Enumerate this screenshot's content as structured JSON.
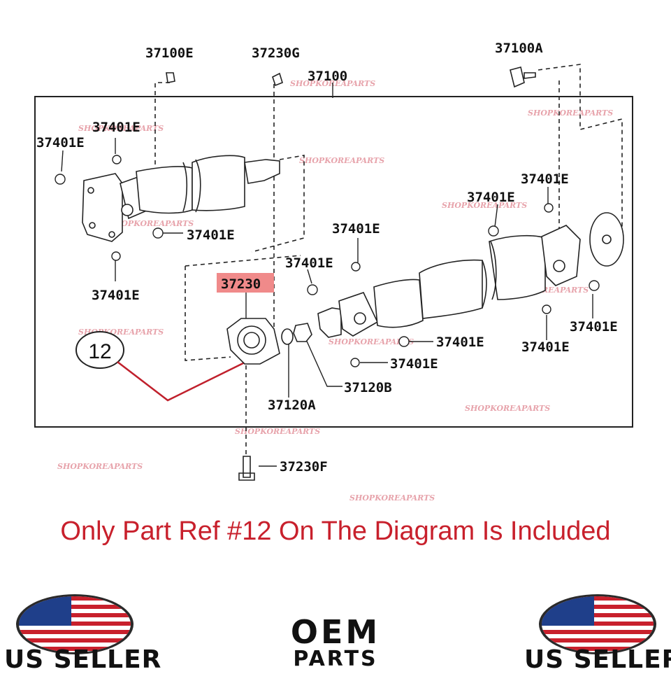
{
  "diagram": {
    "labels": {
      "p37100E": "37100E",
      "p37230G": "37230G",
      "p37100": "37100",
      "p37100A": "37100A",
      "p37401E": "37401E",
      "p37230": "37230",
      "p37120B": "37120B",
      "p37120A": "37120A",
      "p37230F": "37230F",
      "ref12": "12"
    },
    "watermark": "SHOPKOREAPARTS",
    "highlight_color": "#f08a8a",
    "callout_color": "#c0202c"
  },
  "notice": "Only Part Ref #12 On The Diagram Is Included",
  "badges": {
    "left": "US SELLER",
    "right": "US SELLER",
    "icon": "us-flag-icon"
  },
  "brand": {
    "line1": "OEM",
    "line2": "PARTS"
  }
}
